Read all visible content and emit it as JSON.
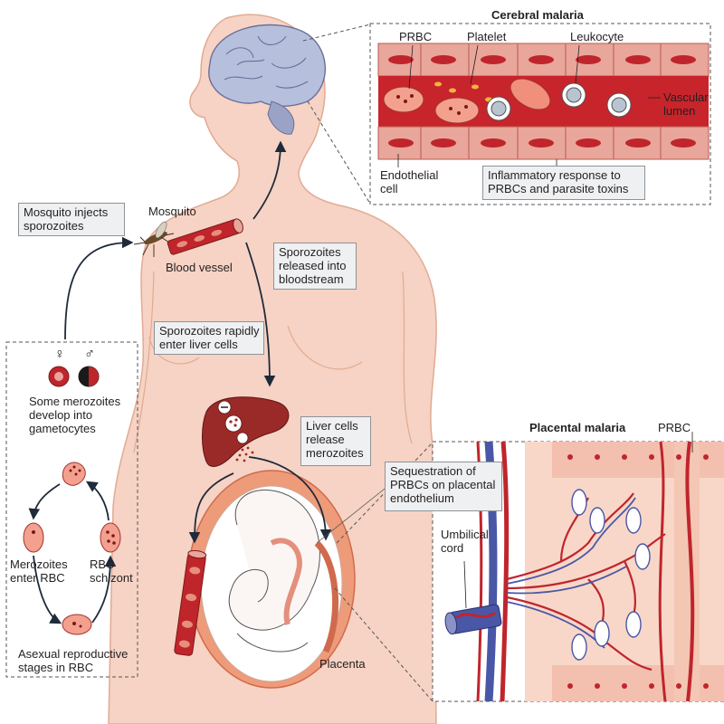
{
  "cerebral": {
    "title": "Cerebral malaria",
    "prbc": "PRBC",
    "platelet": "Platelet",
    "leukocyte": "Leukocyte",
    "vascular_lumen": "Vascular\nlumen",
    "endothelial_cell": "Endothelial\ncell",
    "inflammatory": "Inflammatory response to\nPRBCs and parasite toxins"
  },
  "placental": {
    "title": "Placental malaria",
    "prbc": "PRBC",
    "umbilical_cord": "Umbilical\ncord"
  },
  "body_labels": {
    "mosquito": "Mosquito",
    "blood_vessel": "Blood vessel",
    "placenta": "Placenta"
  },
  "cycle": {
    "mosquito_injects": "Mosquito injects\nsporozoites",
    "released": "Sporozoites\nreleased into\nbloodstream",
    "enter_liver": "Sporozoites rapidly\nenter liver cells",
    "liver_release": "Liver cells\nrelease\nmerozoites",
    "sequestration": "Sequestration of\nPRBCs on placental\nendothelium",
    "gametocytes": "Some merozoites\ndevelop into\ngametocytes",
    "enter_rbc": "Merozoites\nenter RBC",
    "schizont": "RBC\nschizont",
    "asexual": "Asexual reproductive\nstages in RBC",
    "female_symbol": "♀",
    "male_symbol": "♂"
  },
  "colors": {
    "skin": "#f6d3c4",
    "skin_outline": "#e2aa93",
    "vessel_red": "#c0252c",
    "vein_blue": "#4a57a6",
    "rbc": "#f3a08f",
    "liver": "#9a2a28",
    "brain": "#b6bfdc",
    "label_box": "#eef0f1"
  }
}
